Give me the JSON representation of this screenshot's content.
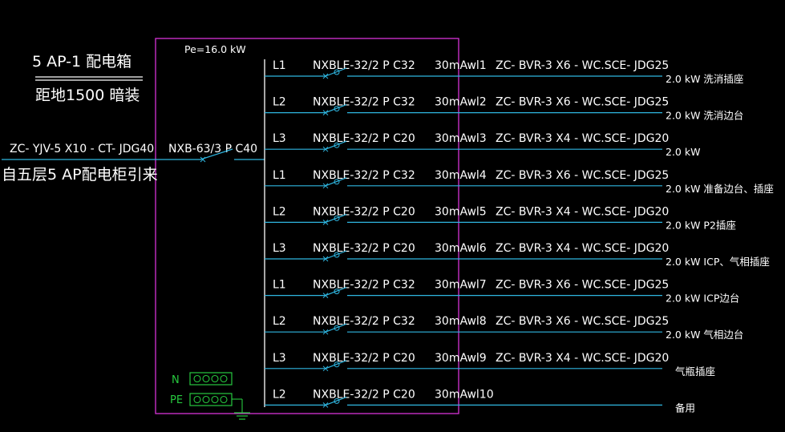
{
  "title": {
    "name": "5 AP-1  配电箱",
    "install": "距地1500 暗装"
  },
  "total_power": "Pe=16.0 kW",
  "incoming": {
    "cable": "ZC- YJV-5 X10 - CT- JDG40",
    "source": "自五层5 AP配电柜引来",
    "breaker": "NXB-63/3 P  C40"
  },
  "terminals": {
    "n": "N",
    "pe": "PE"
  },
  "circuits": [
    {
      "phase": "L1",
      "breaker": "NXBLE-32/2 P  C32",
      "rcd": "30mAwl1",
      "cable": "ZC- BVR-3 X6 - WC.SCE- JDG25",
      "load": "2.0 kW 洗消插座"
    },
    {
      "phase": "L2",
      "breaker": "NXBLE-32/2 P  C32",
      "rcd": "30mAwl2",
      "cable": "ZC- BVR-3 X6 - WC.SCE- JDG25",
      "load": "2.0 kW 洗消边台"
    },
    {
      "phase": "L3",
      "breaker": "NXBLE-32/2 P  C20",
      "rcd": "30mAwl3",
      "cable": "ZC- BVR-3 X4 - WC.SCE- JDG20",
      "load": "2.0 kW"
    },
    {
      "phase": "L1",
      "breaker": "NXBLE-32/2 P  C32",
      "rcd": "30mAwl4",
      "cable": "ZC- BVR-3 X6 - WC.SCE- JDG25",
      "load": "2.0 kW 准备边台、插座"
    },
    {
      "phase": "L2",
      "breaker": "NXBLE-32/2 P  C20",
      "rcd": "30mAwl5",
      "cable": "ZC- BVR-3 X4 - WC.SCE- JDG20",
      "load": "2.0 kW P2插座"
    },
    {
      "phase": "L3",
      "breaker": "NXBLE-32/2 P  C20",
      "rcd": "30mAwl6",
      "cable": "ZC- BVR-3 X4 - WC.SCE- JDG20",
      "load": "2.0 kW ICP、气相插座"
    },
    {
      "phase": "L1",
      "breaker": "NXBLE-32/2 P  C32",
      "rcd": "30mAwl7",
      "cable": "ZC- BVR-3 X6 - WC.SCE- JDG25",
      "load": "2.0 kW ICP边台"
    },
    {
      "phase": "L2",
      "breaker": "NXBLE-32/2 P  C32",
      "rcd": "30mAwl8",
      "cable": "ZC- BVR-3 X6 - WC.SCE- JDG25",
      "load": "2.0 kW 气相边台"
    },
    {
      "phase": "L3",
      "breaker": "NXBLE-32/2 P  C20",
      "rcd": "30mAwl9",
      "cable": "ZC- BVR-3 X4 - WC.SCE- JDG20",
      "load": "气瓶插座"
    },
    {
      "phase": "L2",
      "breaker": "NXBLE-32/2 P  C20",
      "rcd": "30mAwl10",
      "cable": "",
      "load": "备用"
    }
  ],
  "colors": {
    "background": "#000000",
    "box_outline": "#d633d6",
    "wire": "#2fb6e0",
    "terminal": "#27c93f",
    "text": "#ffffff"
  }
}
